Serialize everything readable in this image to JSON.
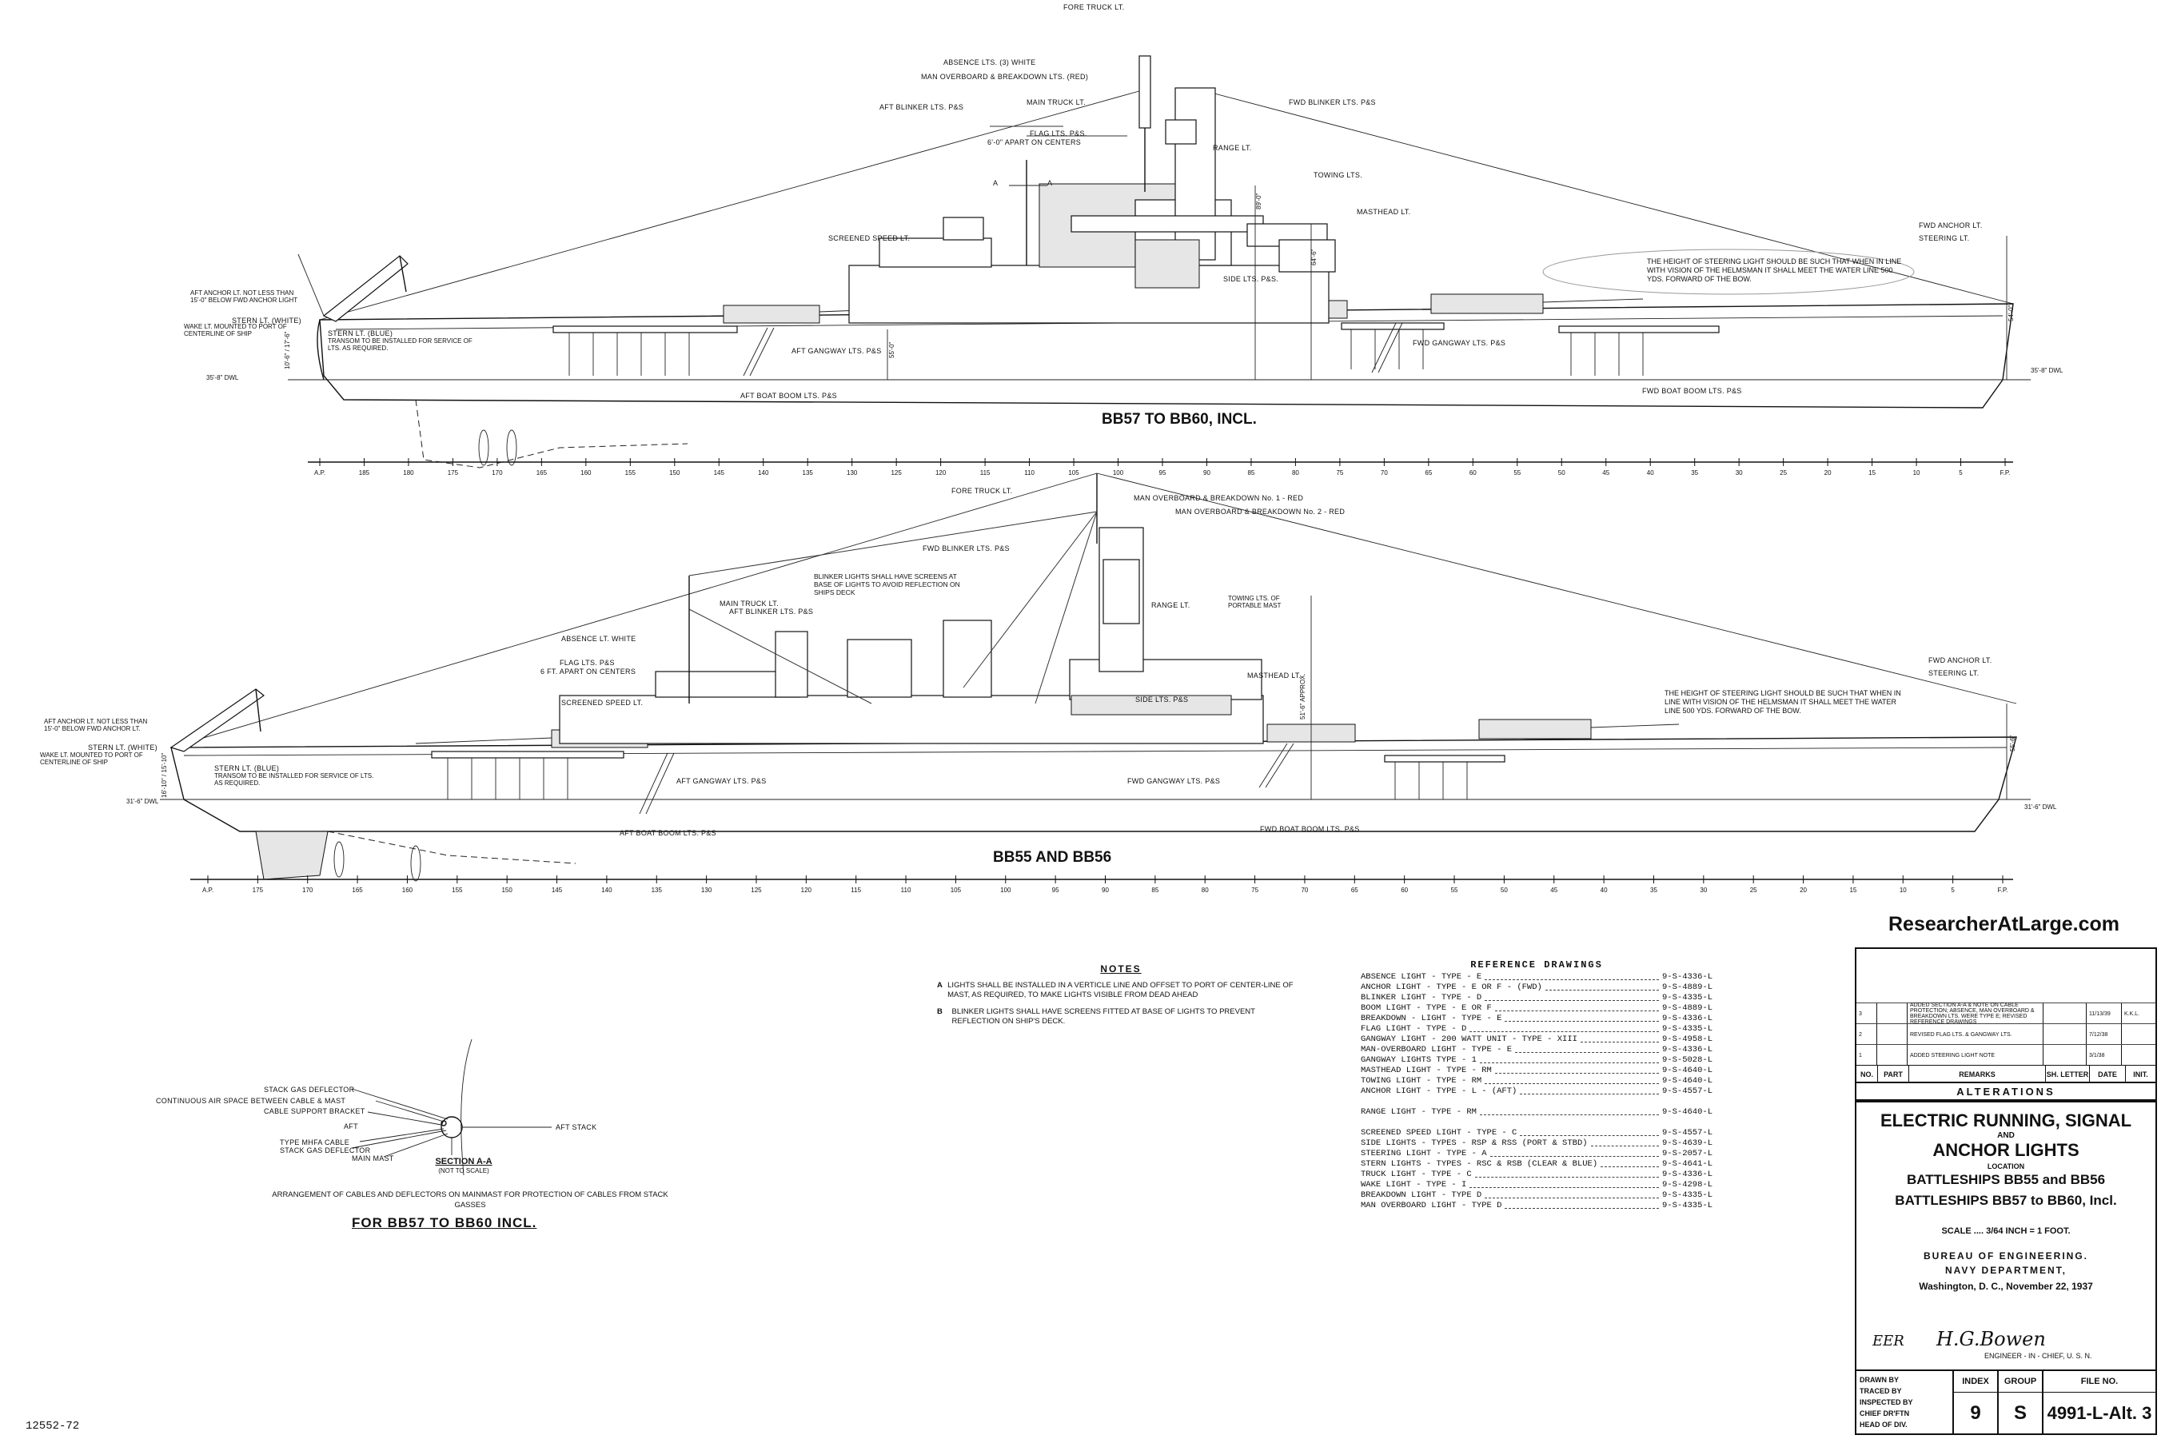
{
  "file_id": "12552-72",
  "watermark": "ResearcherAtLarge.com",
  "top_ship": {
    "title": "BB57 TO BB60, INCL.",
    "labels": {
      "fore_truck": "FORE TRUCK LT.",
      "absence": "ABSENCE LTS. (3) WHITE",
      "man_overboard": "MAN OVERBOARD & BREAKDOWN LTS. (RED)",
      "aft_blinker": "AFT BLINKER LTS. P&S",
      "main_truck": "MAIN TRUCK LT.",
      "flag": "FLAG LTS. P&S.",
      "flag_apart": "6'-0\" APART ON CENTERS",
      "fwd_blinker": "FWD BLINKER LTS. P&S",
      "range": "RANGE LT.",
      "towing": "TOWING LTS.",
      "masthead": "MASTHEAD LT.",
      "screened_speed": "SCREENED SPEED LT.",
      "side": "SIDE LTS. P&S.",
      "fwd_anchor": "FWD ANCHOR LT.",
      "steering": "STEERING LT.",
      "steering_note": "THE HEIGHT OF STEERING LIGHT SHOULD BE SUCH THAT WHEN IN LINE WITH VISION OF THE HELMSMAN IT SHALL MEET THE WATER LINE 500 YDS. FORWARD OF THE BOW.",
      "aft_anchor": "AFT ANCHOR LT. NOT LESS THAN 15'-0\" BELOW FWD ANCHOR LIGHT",
      "stern_white": "STERN LT. (WHITE)",
      "wake": "WAKE LT. MOUNTED TO PORT OF CENTERLINE OF SHIP",
      "stern_blue": "STERN LT. (BLUE)",
      "transom": "TRANSOM TO BE INSTALLED FOR SERVICE OF LTS. AS REQUIRED.",
      "aft_gangway": "AFT GANGWAY LTS. P&S",
      "fwd_gangway": "FWD GANGWAY LTS. P&S",
      "aft_boat_boom": "AFT BOAT BOOM LTS. P&S",
      "fwd_boat_boom": "FWD BOAT BOOM LTS. P&S",
      "section_a": "A",
      "dim_89": "89'-0\"",
      "dim_64": "64'-6\"",
      "dim_54": "54'-0\"",
      "dim_55": "55'-0\"",
      "dwl_aft": "35'-8\" DWL",
      "dwl_fwd": "35'-8\" DWL",
      "stern_dim": "10'-6\" / 17'-6\""
    },
    "stations": [
      "A.P.",
      "185",
      "180",
      "175",
      "170",
      "165",
      "160",
      "155",
      "150",
      "145",
      "140",
      "135",
      "130",
      "125",
      "120",
      "115",
      "110",
      "105",
      "100",
      "95",
      "90",
      "85",
      "80",
      "75",
      "70",
      "65",
      "60",
      "55",
      "50",
      "45",
      "40",
      "35",
      "30",
      "25",
      "20",
      "15",
      "10",
      "5",
      "F.P."
    ]
  },
  "bottom_ship": {
    "title": "BB55 AND BB56",
    "labels": {
      "fore_truck": "FORE TRUCK LT.",
      "man_overboard_1": "MAN OVERBOARD & BREAKDOWN No. 1 - RED",
      "man_overboard_2": "MAN OVERBOARD & BREAKDOWN No. 2 - RED",
      "fwd_blinker": "FWD BLINKER LTS. P&S",
      "blinker_note": "BLINKER LIGHTS SHALL HAVE SCREENS AT BASE OF LIGHTS TO AVOID REFLECTION ON SHIPS DECK",
      "main_truck": "MAIN TRUCK LT.",
      "aft_blinker": "AFT BLINKER LTS. P&S",
      "absence": "ABSENCE LT. WHITE",
      "range": "RANGE LT.",
      "towing": "TOWING LTS. OF PORTABLE MAST",
      "masthead": "MASTHEAD LT.",
      "flag": "FLAG LTS. P&S",
      "flag_apart": "6 FT. APART ON CENTERS",
      "screened_speed": "SCREENED SPEED LT.",
      "side": "SIDE LTS. P&S",
      "fwd_anchor": "FWD ANCHOR LT.",
      "steering": "STEERING LT.",
      "steering_note": "THE HEIGHT OF STEERING LIGHT SHOULD BE SUCH THAT WHEN IN LINE WITH VISION OF THE HELMSMAN IT SHALL MEET THE WATER LINE 500 YDS. FORWARD OF THE BOW.",
      "aft_anchor": "AFT ANCHOR LT. NOT LESS THAN 15'-0\" BELOW FWD ANCHOR LT.",
      "stern_white": "STERN LT. (WHITE)",
      "wake": "WAKE LT. MOUNTED TO PORT OF CENTERLINE OF SHIP",
      "stern_blue": "STERN LT. (BLUE)",
      "transom": "TRANSOM TO BE INSTALLED FOR SERVICE OF LTS. AS REQUIRED.",
      "aft_gangway": "AFT GANGWAY LTS. P&S",
      "fwd_gangway": "FWD GANGWAY LTS. P&S",
      "aft_boat_boom": "AFT BOAT BOOM LTS. P&S",
      "fwd_boat_boom": "FWD BOAT BOOM LTS. P&S",
      "dim_approx": "51'-6\" APPROX.",
      "dim_55": "55'-6\"",
      "dwl_aft": "31'-6\" DWL",
      "dwl_fwd": "31'-6\" DWL",
      "stern_dim": "16'-10\" / 15'-10\""
    },
    "stations": [
      "A.P.",
      "175",
      "170",
      "165",
      "160",
      "155",
      "150",
      "145",
      "140",
      "135",
      "130",
      "125",
      "120",
      "115",
      "110",
      "105",
      "100",
      "95",
      "90",
      "85",
      "80",
      "75",
      "70",
      "65",
      "60",
      "55",
      "50",
      "45",
      "40",
      "35",
      "30",
      "25",
      "20",
      "15",
      "10",
      "5",
      "F.P."
    ]
  },
  "section": {
    "title": "SECTION A-A",
    "subtitle": "(NOT TO SCALE)",
    "labels": {
      "stack_gas": "STACK GAS DEFLECTOR",
      "air_space": "CONTINUOUS AIR SPACE BETWEEN CABLE & MAST",
      "cable_bracket": "CABLE SUPPORT BRACKET",
      "aft": "AFT",
      "type_cable": "TYPE MHFA CABLE",
      "stack_gas_2": "STACK GAS DEFLECTOR",
      "main_mast": "MAIN MAST",
      "aft_stack": "AFT STACK"
    },
    "caption": "ARRANGEMENT OF CABLES AND DEFLECTORS ON MAINMAST FOR PROTECTION OF CABLES FROM STACK GASSES",
    "for": "FOR BB57 TO BB60 INCL."
  },
  "notes": {
    "title": "NOTES",
    "items": [
      {
        "mark": "A",
        "text": "LIGHTS SHALL BE INSTALLED IN A VERTICLE LINE AND OFFSET TO PORT OF CENTER-LINE OF MAST, AS REQUIRED, TO MAKE LIGHTS VISIBLE FROM DEAD AHEAD"
      },
      {
        "mark": "B",
        "text": "BLINKER LIGHTS SHALL HAVE SCREENS FITTED AT BASE OF LIGHTS TO PREVENT REFLECTION ON SHIP'S DECK."
      }
    ]
  },
  "reference": {
    "title": "REFERENCE DRAWINGS",
    "group1": [
      {
        "name": "ABSENCE LIGHT - TYPE - E",
        "num": "9-S-4336-L"
      },
      {
        "name": "ANCHOR LIGHT - TYPE - E OR F - (FWD)",
        "num": "9-S-4889-L"
      },
      {
        "name": "BLINKER LIGHT - TYPE - D",
        "num": "9-S-4335-L"
      },
      {
        "name": "BOOM LIGHT - TYPE - E OR F",
        "num": "9-S-4889-L"
      },
      {
        "name": "BREAKDOWN - LIGHT - TYPE - E",
        "num": "9-S-4336-L"
      },
      {
        "name": "FLAG LIGHT - TYPE - D",
        "num": "9-S-4335-L"
      },
      {
        "name": "GANGWAY LIGHT - 200 WATT UNIT - TYPE - XIII",
        "num": "9-S-4958-L"
      },
      {
        "name": "MAN-OVERBOARD LIGHT - TYPE - E",
        "num": "9-S-4336-L"
      },
      {
        "name": "GANGWAY LIGHTS TYPE - 1",
        "num": "9-S-5028-L"
      },
      {
        "name": "MASTHEAD LIGHT - TYPE - RM",
        "num": "9-S-4640-L"
      },
      {
        "name": "TOWING LIGHT - TYPE - RM",
        "num": "9-S-4640-L"
      },
      {
        "name": "ANCHOR LIGHT - TYPE - L - (AFT)",
        "num": "9-S-4557-L"
      }
    ],
    "group2": [
      {
        "name": "RANGE LIGHT - TYPE - RM",
        "num": "9-S-4640-L"
      }
    ],
    "group3": [
      {
        "name": "SCREENED SPEED LIGHT - TYPE - C",
        "num": "9-S-4557-L"
      },
      {
        "name": "SIDE LIGHTS - TYPES - RSP & RSS (PORT & STBD)",
        "num": "9-S-4639-L"
      },
      {
        "name": "STEERING LIGHT - TYPE - A",
        "num": "9-S-2057-L"
      },
      {
        "name": "STERN LIGHTS - TYPES - RSC & RSB (CLEAR & BLUE)",
        "num": "9-S-4641-L"
      },
      {
        "name": "TRUCK LIGHT - TYPE - C",
        "num": "9-S-4336-L"
      },
      {
        "name": "WAKE LIGHT - TYPE - I",
        "num": "9-S-4298-L"
      },
      {
        "name": "BREAKDOWN LIGHT - TYPE D",
        "num": "9-S-4335-L"
      },
      {
        "name": "MAN OVERBOARD LIGHT - TYPE D",
        "num": "9-S-4335-L"
      }
    ]
  },
  "alterations": {
    "heading": "ALTERATIONS",
    "columns": [
      "NO.",
      "PART",
      "REMARKS",
      "SH. LETTER",
      "DATE",
      "INIT."
    ],
    "rows": [
      {
        "no": "3",
        "part": "",
        "remarks": "ADDED SECTION A-A & NOTE ON CABLE PROTECTION; ABSENCE, MAN OVERBOARD & BREAKDOWN LTS. WERE TYPE E; REVISED REFERENCE DRAWINGS",
        "letter": "",
        "date": "11/13/39",
        "init": "K.K.L."
      },
      {
        "no": "2",
        "part": "",
        "remarks": "REVISED FLAG LTS. & GANGWAY LTS.",
        "letter": "",
        "date": "7/12/38",
        "init": ""
      },
      {
        "no": "1",
        "part": "",
        "remarks": "ADDED STEERING LIGHT NOTE",
        "letter": "",
        "date": "3/1/38",
        "init": ""
      }
    ]
  },
  "title_block": {
    "line1": "ELECTRIC RUNNING, SIGNAL",
    "and": "AND",
    "line2": "ANCHOR LIGHTS",
    "location": "LOCATION",
    "line3": "BATTLESHIPS BB55 and BB56",
    "line4": "BATTLESHIPS BB57 to BB60, Incl.",
    "scale": "SCALE .... 3/64 INCH = 1 FOOT.",
    "bureau": "BUREAU OF ENGINEERING.",
    "navy": "NAVY DEPARTMENT,",
    "place": "Washington, D. C., November 22, 1937",
    "engineer": "ENGINEER - IN - CHIEF, U. S. N.",
    "roles": [
      "DRAWN BY",
      "TRACED BY",
      "INSPECTED BY",
      "CHIEF DR'FTN",
      "HEAD OF DIV."
    ],
    "index_label": "INDEX",
    "index": "9",
    "group_label": "GROUP",
    "group": "S",
    "file_label": "FILE NO.",
    "file": "4991-L-Alt. 3"
  }
}
